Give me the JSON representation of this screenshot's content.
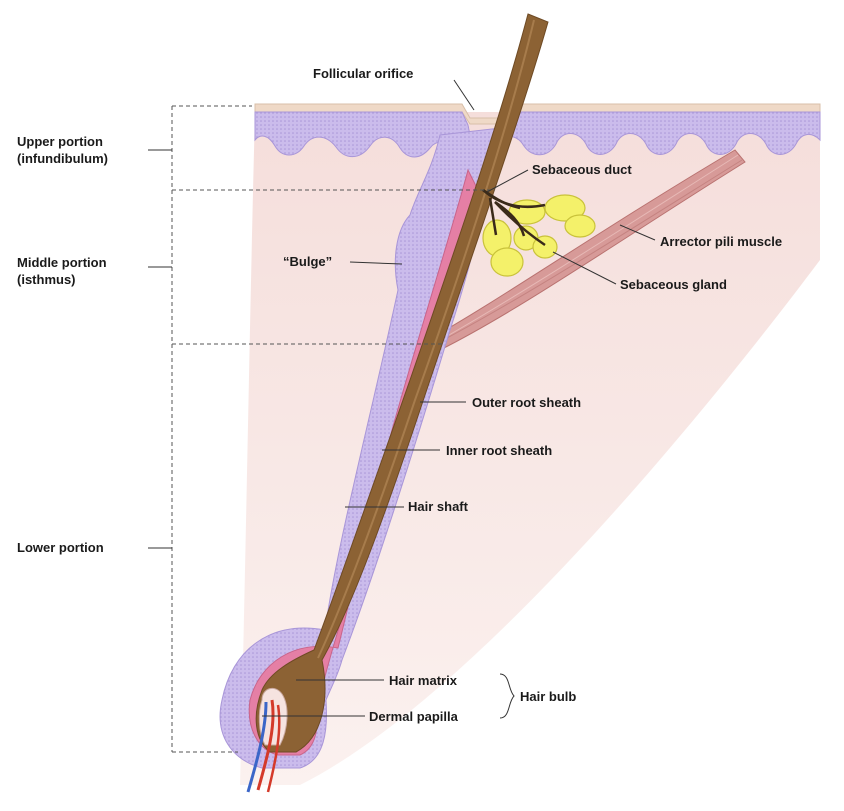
{
  "labels": {
    "follicular_orifice": "Follicular orifice",
    "upper_portion_1": "Upper portion",
    "upper_portion_2": "(infundibulum)",
    "middle_portion_1": "Middle portion",
    "middle_portion_2": "(isthmus)",
    "lower_portion": "Lower portion",
    "sebaceous_duct": "Sebaceous duct",
    "arrector_pili_muscle": "Arrector pili muscle",
    "sebaceous_gland": "Sebaceous gland",
    "bulge": "“Bulge”",
    "outer_root_sheath": "Outer root sheath",
    "inner_root_sheath": "Inner root sheath",
    "hair_shaft": "Hair shaft",
    "hair_matrix": "Hair matrix",
    "hair_bulb": "Hair bulb",
    "dermal_papilla": "Dermal papilla"
  },
  "colors": {
    "dermis": "#f6e3e0",
    "epidermis": "#c9b6e6",
    "outer_sheath": "#c7b7ea",
    "inner_sheath": "#e57fa5",
    "hair": "#8c6234",
    "gland": "#f4f16a",
    "muscle": "#d79a98",
    "skin_surface": "#efd9c7"
  }
}
